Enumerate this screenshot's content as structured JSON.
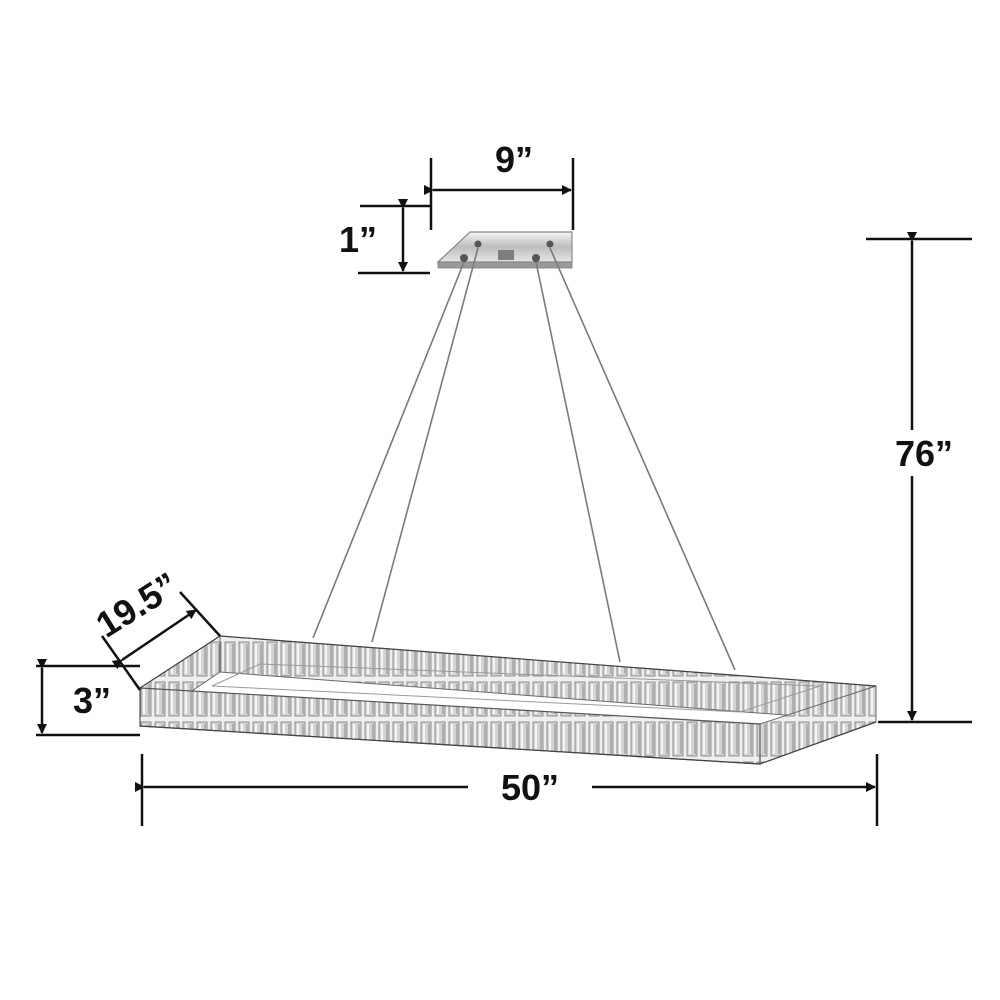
{
  "dimensions": {
    "canopy_width": "9”",
    "canopy_height": "1”",
    "overall_height": "76”",
    "depth": "19.5”",
    "frame_height": "3”",
    "length": "50”"
  },
  "colors": {
    "line": "#111111",
    "chrome": "#c9c9c9",
    "crystal_dark": "#6a6a6a",
    "crystal_light": "#f2f2f2"
  }
}
